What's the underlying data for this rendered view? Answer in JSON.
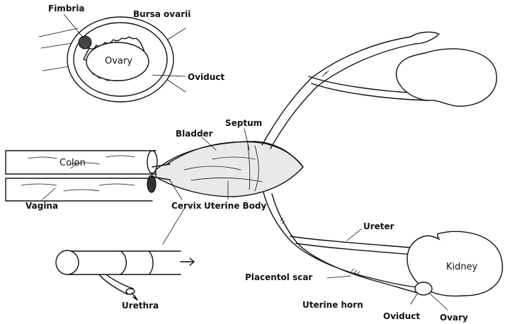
{
  "labels": {
    "fimbria": "Fimbria",
    "bursa_ovarii": "Bursa ovarii",
    "ovary_top": "Ovary",
    "oviduct_top": "Oviduct",
    "septum": "Septum",
    "bladder": "Bladder",
    "colon": "Colon",
    "vagina": "Vagina",
    "cervix": "Cervix",
    "uterine_body": "Uterine Body",
    "ureter": "Ureter",
    "kidney": "Kidney",
    "placental_scar": "Placentol scar",
    "uterine_horn": "Uterine horn",
    "oviduct_bottom": "Oviduct",
    "ovary_bottom": "Ovary",
    "urethra": "Urethra"
  }
}
